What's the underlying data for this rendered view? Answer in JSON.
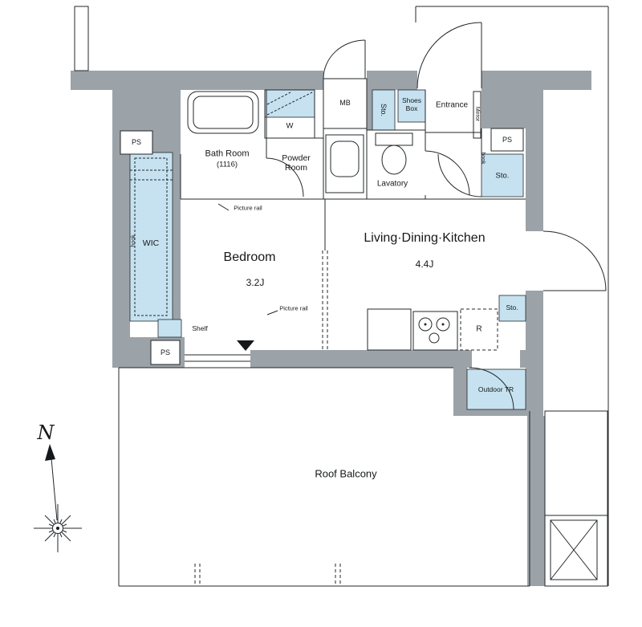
{
  "colors": {
    "wall": "#9BA2A8",
    "storage": "#C6E2F0"
  },
  "rooms": {
    "bath": {
      "name": "Bath Room",
      "size": "(1116)"
    },
    "powder": {
      "name": "Powder Room"
    },
    "lavatory": {
      "name": "Lavatory"
    },
    "entrance": {
      "name": "Entrance"
    },
    "bedroom": {
      "name": "Bedroom",
      "size": "3.2J"
    },
    "ldk": {
      "name": "Living·Dining·Kitchen",
      "size": "4.4J"
    },
    "wic": {
      "name": "WIC"
    },
    "balcony": {
      "name": "Roof Balcony"
    },
    "outdoor_tr": {
      "name": "Outdoor TR"
    }
  },
  "fixtures": {
    "mb": "MB",
    "storage": "Sto.",
    "shoes_box": "Shoes Box",
    "mirror": "Mirror",
    "hook": "hook",
    "pipe_space": "PS",
    "washer": "W",
    "fridge": "R",
    "shelf": "Shelf",
    "picture_rail": "Picture rail"
  },
  "compass": {
    "north": "N"
  }
}
